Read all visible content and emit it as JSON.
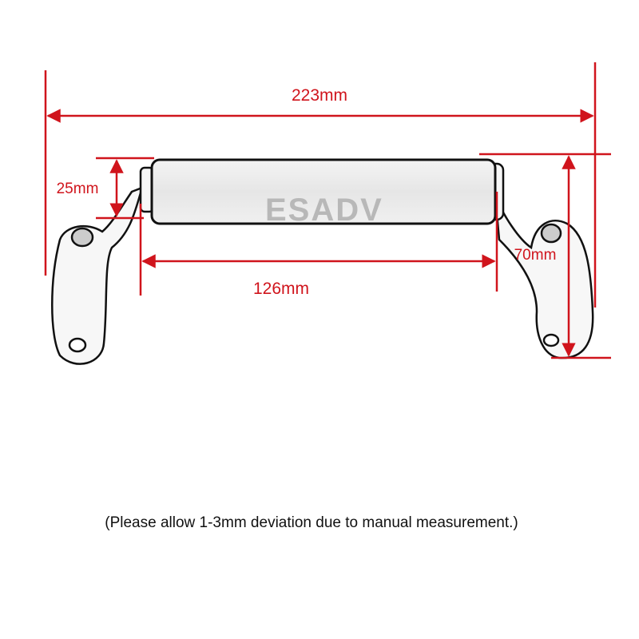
{
  "dimensions": {
    "overall_width": "223mm",
    "tube_diameter": "25mm",
    "tube_length": "126mm",
    "height": "70mm"
  },
  "logo_text": "ESADV",
  "note": "(Please allow 1-3mm deviation due to manual measurement.)",
  "colors": {
    "dimension": "#d0141c",
    "line_art": "#111111"
  }
}
